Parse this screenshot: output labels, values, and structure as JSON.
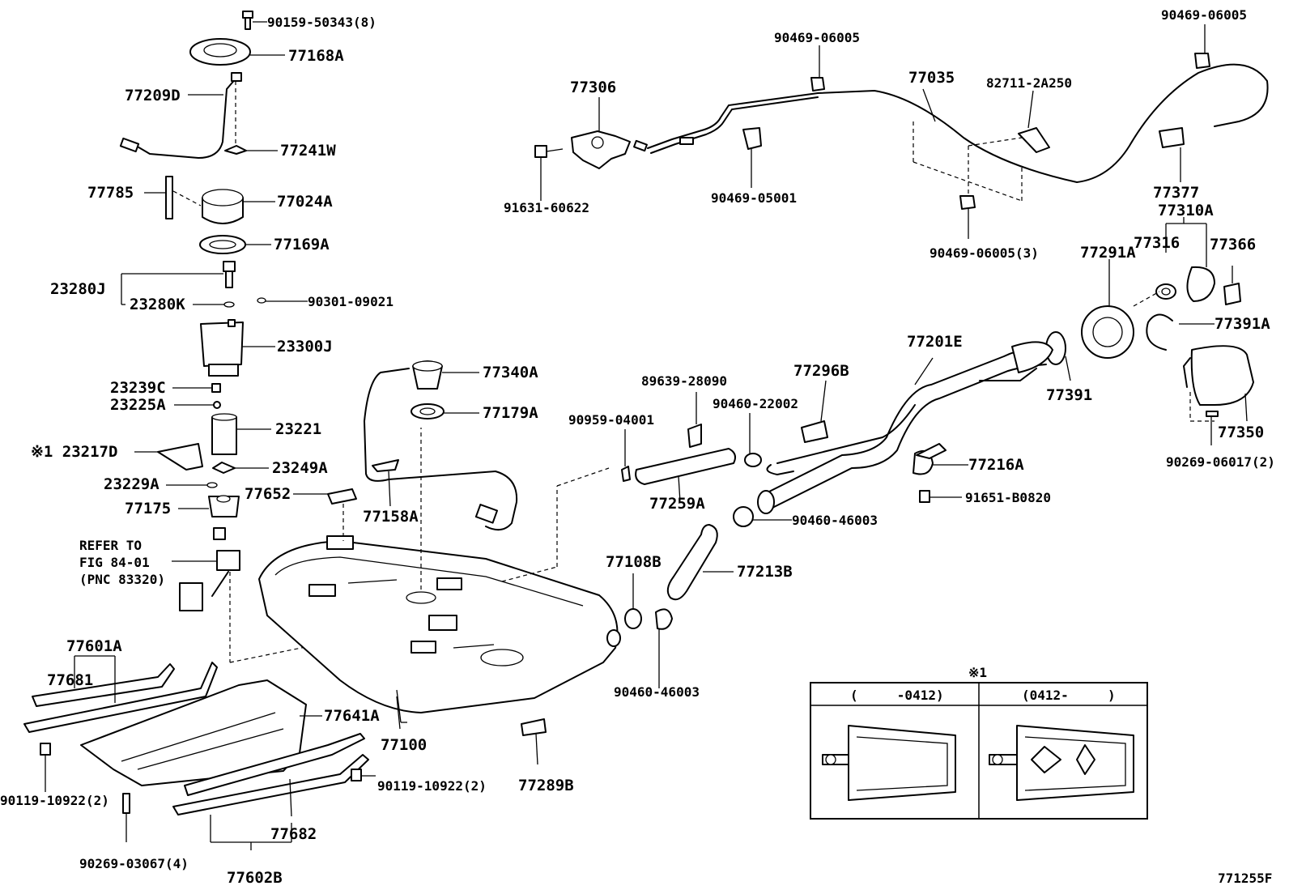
{
  "figure_id": "771255F",
  "note_marker": "※1",
  "callouts": {
    "p_90159_50343": "90159-50343(8)",
    "p_77168A": "77168A",
    "p_77209D": "77209D",
    "p_77241W": "77241W",
    "p_77785": "77785",
    "p_77024A": "77024A",
    "p_77169A": "77169A",
    "p_23280J": "23280J",
    "p_23280K": "23280K",
    "p_90301_09021": "90301-09021",
    "p_23300J": "23300J",
    "p_23239C": "23239C",
    "p_23225A": "23225A",
    "p_23221": "23221",
    "p_23217D": "※1 23217D",
    "p_23249A": "23249A",
    "p_23229A": "23229A",
    "p_77652": "77652",
    "p_77175": "77175",
    "p_77158A": "77158A",
    "p_77340A": "77340A",
    "p_77179A": "77179A",
    "p_77306": "77306",
    "p_91631_60622": "91631-60622",
    "p_90469_06005_top": "90469-06005",
    "p_90469_05001": "90469-05001",
    "p_77035": "77035",
    "p_82711_2A250": "82711-2A250",
    "p_90469_06005_3": "90469-06005(3)",
    "p_90469_06005_right": "90469-06005",
    "p_77377": "77377",
    "p_77310A": "77310A",
    "p_77316": "77316",
    "p_77366": "77366",
    "p_77291A": "77291A",
    "p_77391A": "77391A",
    "p_77201E": "77201E",
    "p_77391": "77391",
    "p_77350": "77350",
    "p_90269_06017_2": "90269-06017(2)",
    "p_77296B": "77296B",
    "p_89639_28090": "89639-28090",
    "p_90460_22002": "90460-22002",
    "p_90959_04001": "90959-04001",
    "p_77216A": "77216A",
    "p_91651_B0820": "91651-B0820",
    "p_77259A": "77259A",
    "p_90460_46003_a": "90460-46003",
    "p_77108B": "77108B",
    "p_77213B": "77213B",
    "p_90460_46003_b": "90460-46003",
    "p_77601A": "77601A",
    "p_77681": "77681",
    "p_77641A": "77641A",
    "p_77100": "77100",
    "p_90119_10922_2_left": "90119-10922(2)",
    "p_90119_10922_2_mid": "90119-10922(2)",
    "p_77289B": "77289B",
    "p_77682": "77682",
    "p_90269_03067_4": "90269-03067(4)",
    "p_77602B": "77602B"
  },
  "refer_note": {
    "line1": "REFER TO",
    "line2": "FIG 84-01",
    "line3": "(PNC 83320)"
  },
  "inset_table": {
    "col1_header": "(     -0412)",
    "col2_header": "(0412-     )"
  }
}
